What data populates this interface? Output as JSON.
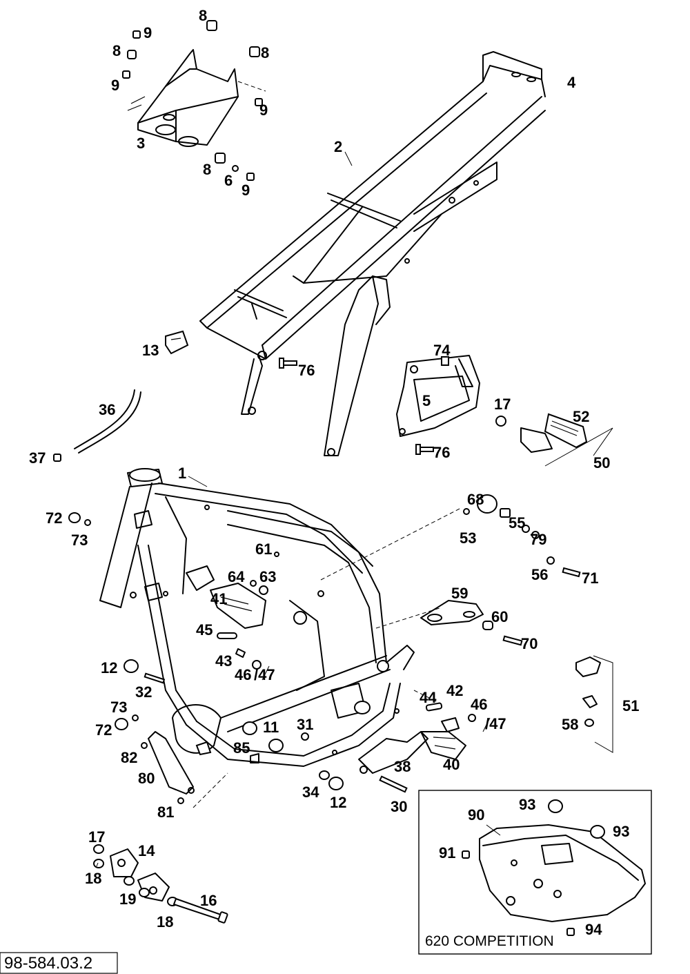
{
  "document_number": "98-584.03.2",
  "inset_caption": "620 COMPETITION",
  "callouts": [
    {
      "id": "c-8a",
      "text": "8"
    },
    {
      "id": "c-9a",
      "text": "9"
    },
    {
      "id": "c-8b",
      "text": "8"
    },
    {
      "id": "c-8c",
      "text": "8"
    },
    {
      "id": "c-9b",
      "text": "9"
    },
    {
      "id": "c-9c",
      "text": "9"
    },
    {
      "id": "c-4",
      "text": "4"
    },
    {
      "id": "c-3",
      "text": "3"
    },
    {
      "id": "c-2",
      "text": "2"
    },
    {
      "id": "c-8d",
      "text": "8"
    },
    {
      "id": "c-6",
      "text": "6"
    },
    {
      "id": "c-9d",
      "text": "9"
    },
    {
      "id": "c-13",
      "text": "13"
    },
    {
      "id": "c-76a",
      "text": "76"
    },
    {
      "id": "c-74",
      "text": "74"
    },
    {
      "id": "c-5",
      "text": "5"
    },
    {
      "id": "c-17a",
      "text": "17"
    },
    {
      "id": "c-52",
      "text": "52"
    },
    {
      "id": "c-36",
      "text": "36"
    },
    {
      "id": "c-76b",
      "text": "76"
    },
    {
      "id": "c-50",
      "text": "50"
    },
    {
      "id": "c-37",
      "text": "37"
    },
    {
      "id": "c-1",
      "text": "1"
    },
    {
      "id": "c-68",
      "text": "68"
    },
    {
      "id": "c-72a",
      "text": "72"
    },
    {
      "id": "c-73a",
      "text": "73"
    },
    {
      "id": "c-55",
      "text": "55"
    },
    {
      "id": "c-53",
      "text": "53"
    },
    {
      "id": "c-79",
      "text": "79"
    },
    {
      "id": "c-61",
      "text": "61"
    },
    {
      "id": "c-56",
      "text": "56"
    },
    {
      "id": "c-71",
      "text": "71"
    },
    {
      "id": "c-64",
      "text": "64"
    },
    {
      "id": "c-63",
      "text": "63"
    },
    {
      "id": "c-59",
      "text": "59"
    },
    {
      "id": "c-41",
      "text": "41"
    },
    {
      "id": "c-60",
      "text": "60"
    },
    {
      "id": "c-45",
      "text": "45"
    },
    {
      "id": "c-70",
      "text": "70"
    },
    {
      "id": "c-43",
      "text": "43"
    },
    {
      "id": "c-46a",
      "text": "46"
    },
    {
      "id": "c-47a",
      "text": "/47"
    },
    {
      "id": "c-12a",
      "text": "12"
    },
    {
      "id": "c-32",
      "text": "32"
    },
    {
      "id": "c-44",
      "text": "44"
    },
    {
      "id": "c-42",
      "text": "42"
    },
    {
      "id": "c-46b",
      "text": "46"
    },
    {
      "id": "c-47b",
      "text": "/47"
    },
    {
      "id": "c-51",
      "text": "51"
    },
    {
      "id": "c-73b",
      "text": "73"
    },
    {
      "id": "c-72b",
      "text": "72"
    },
    {
      "id": "c-11",
      "text": "11"
    },
    {
      "id": "c-31",
      "text": "31"
    },
    {
      "id": "c-58",
      "text": "58"
    },
    {
      "id": "c-85",
      "text": "85"
    },
    {
      "id": "c-82",
      "text": "82"
    },
    {
      "id": "c-38",
      "text": "38"
    },
    {
      "id": "c-40",
      "text": "40"
    },
    {
      "id": "c-80",
      "text": "80"
    },
    {
      "id": "c-34",
      "text": "34"
    },
    {
      "id": "c-12b",
      "text": "12"
    },
    {
      "id": "c-30",
      "text": "30"
    },
    {
      "id": "c-81",
      "text": "81"
    },
    {
      "id": "c-90",
      "text": "90"
    },
    {
      "id": "c-93a",
      "text": "93"
    },
    {
      "id": "c-93b",
      "text": "93"
    },
    {
      "id": "c-17b",
      "text": "17"
    },
    {
      "id": "c-14",
      "text": "14"
    },
    {
      "id": "c-91",
      "text": "91"
    },
    {
      "id": "c-18a",
      "text": "18"
    },
    {
      "id": "c-19",
      "text": "19"
    },
    {
      "id": "c-16",
      "text": "16"
    },
    {
      "id": "c-18b",
      "text": "18"
    },
    {
      "id": "c-94",
      "text": "94"
    }
  ]
}
